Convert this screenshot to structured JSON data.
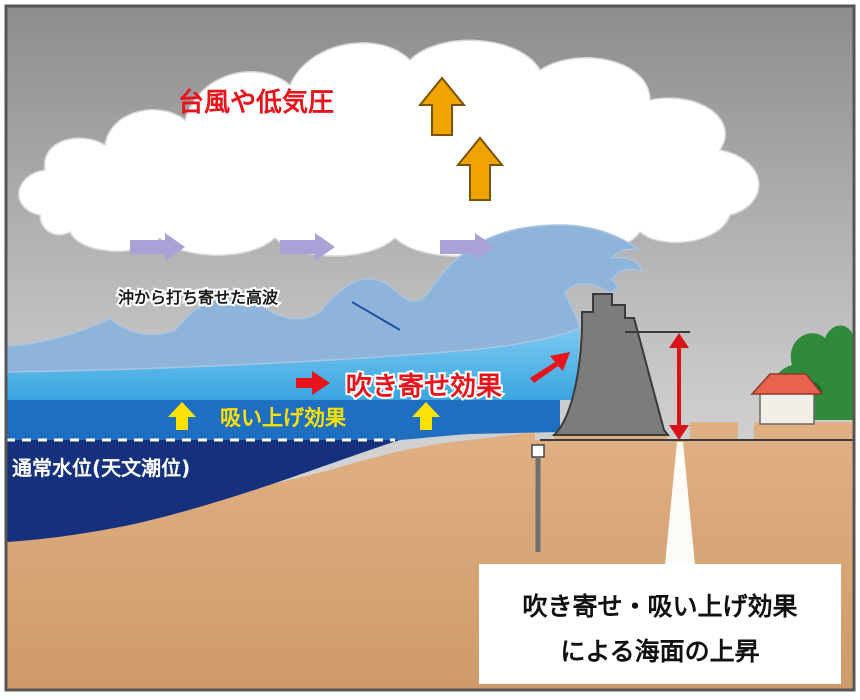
{
  "labels": {
    "weather": "台風や低気圧",
    "high_waves": "沖から打ち寄せた高波",
    "wind_setup": "吹き寄せ効果",
    "suction": "吸い上げ効果",
    "normal_level": "通常水位(天文潮位)",
    "rise_line1": "吹き寄せ・吸い上げ効果",
    "rise_line2": "による海面の上昇"
  },
  "colors": {
    "sky_top": "#8f8f8f",
    "sky_bottom": "#e6e6e6",
    "cloud": "#ffffff",
    "wave": "#8fb4da",
    "surge_water": "#55b8e8",
    "raised_sea": "#1f6fc0",
    "normal_sea": "#15307c",
    "ground": "#d9a878",
    "seawall": "#7a7a7a",
    "label_red": "#e8141c",
    "up_arrow_orange": "#f0a400",
    "suction_arrow_yellow": "#ffe100",
    "wind_arrow_purple": "#a9a1d8",
    "tree_green": "#2f8a3c",
    "roof_red": "#e8624d",
    "border": "#555555"
  },
  "icons": [
    "up-arrow-icon",
    "right-arrow-icon",
    "pointer-line-icon",
    "height-indicator-icon"
  ]
}
